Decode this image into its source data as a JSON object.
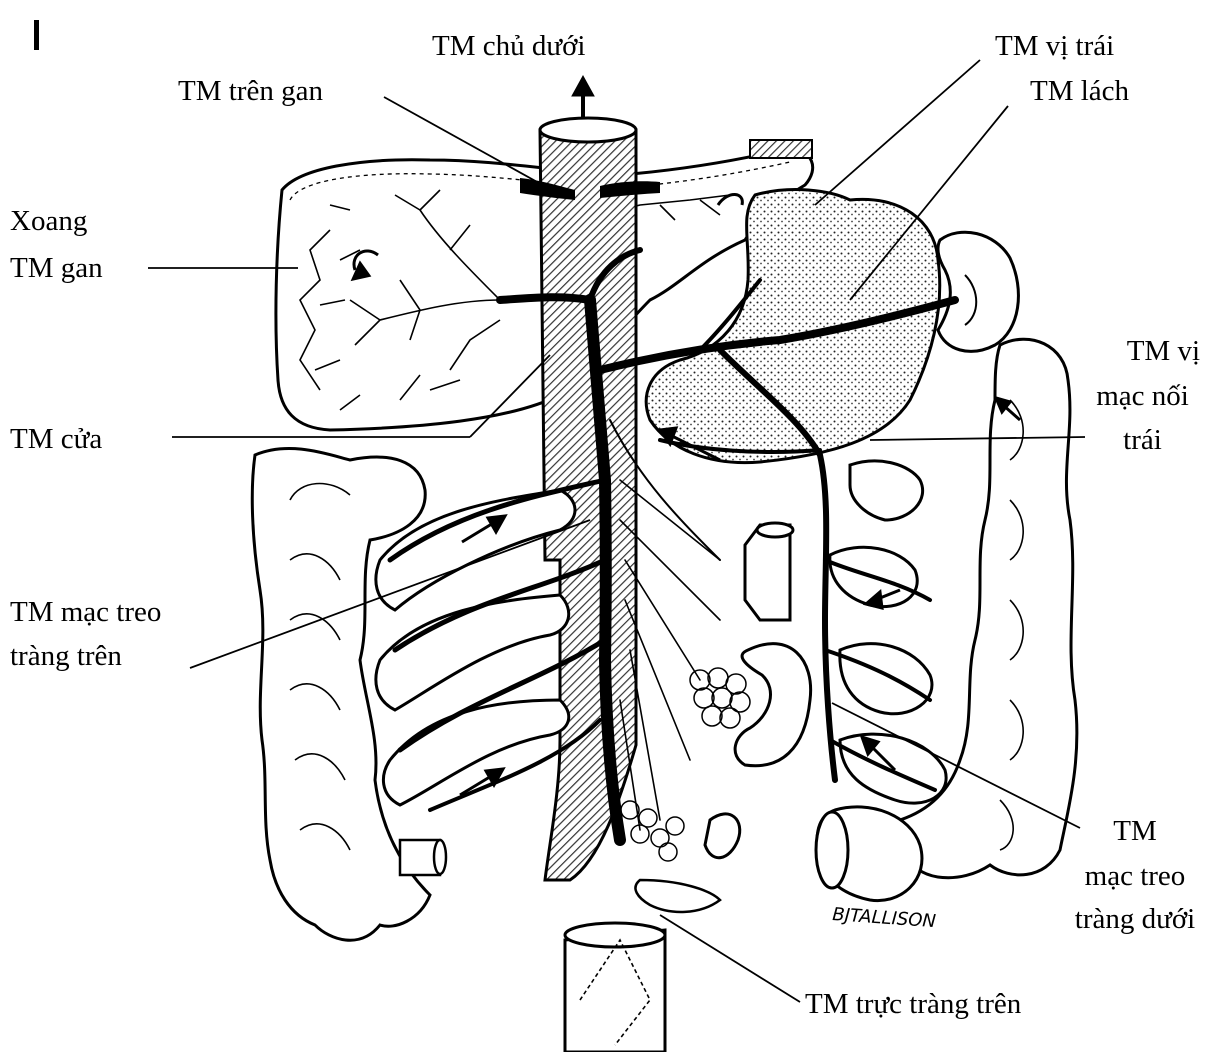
{
  "figure": {
    "panel_letter": "I",
    "signature": "BJTALLISON"
  },
  "labels": {
    "inferior_vena_cava": "TM chủ dưới",
    "hepatic_veins": "TM trên gan",
    "left_gastric_vein": "TM vị trái",
    "splenic_vein": "TM lách",
    "hepatic_sinusoid_line1": "Xoang",
    "hepatic_sinusoid_line2": "TM gan",
    "left_gastroepiploic_line1": "TM vị",
    "left_gastroepiploic_line2": "mạc nối",
    "left_gastroepiploic_line3": "trái",
    "portal_vein": "TM cửa",
    "superior_mesenteric_line1": "TM mạc treo",
    "superior_mesenteric_line2": "tràng trên",
    "inferior_mesenteric_line1": "TM",
    "inferior_mesenteric_line2": "mạc treo",
    "inferior_mesenteric_line3": "tràng dưới",
    "superior_rectal_vein": "TM trực tràng trên"
  }
}
